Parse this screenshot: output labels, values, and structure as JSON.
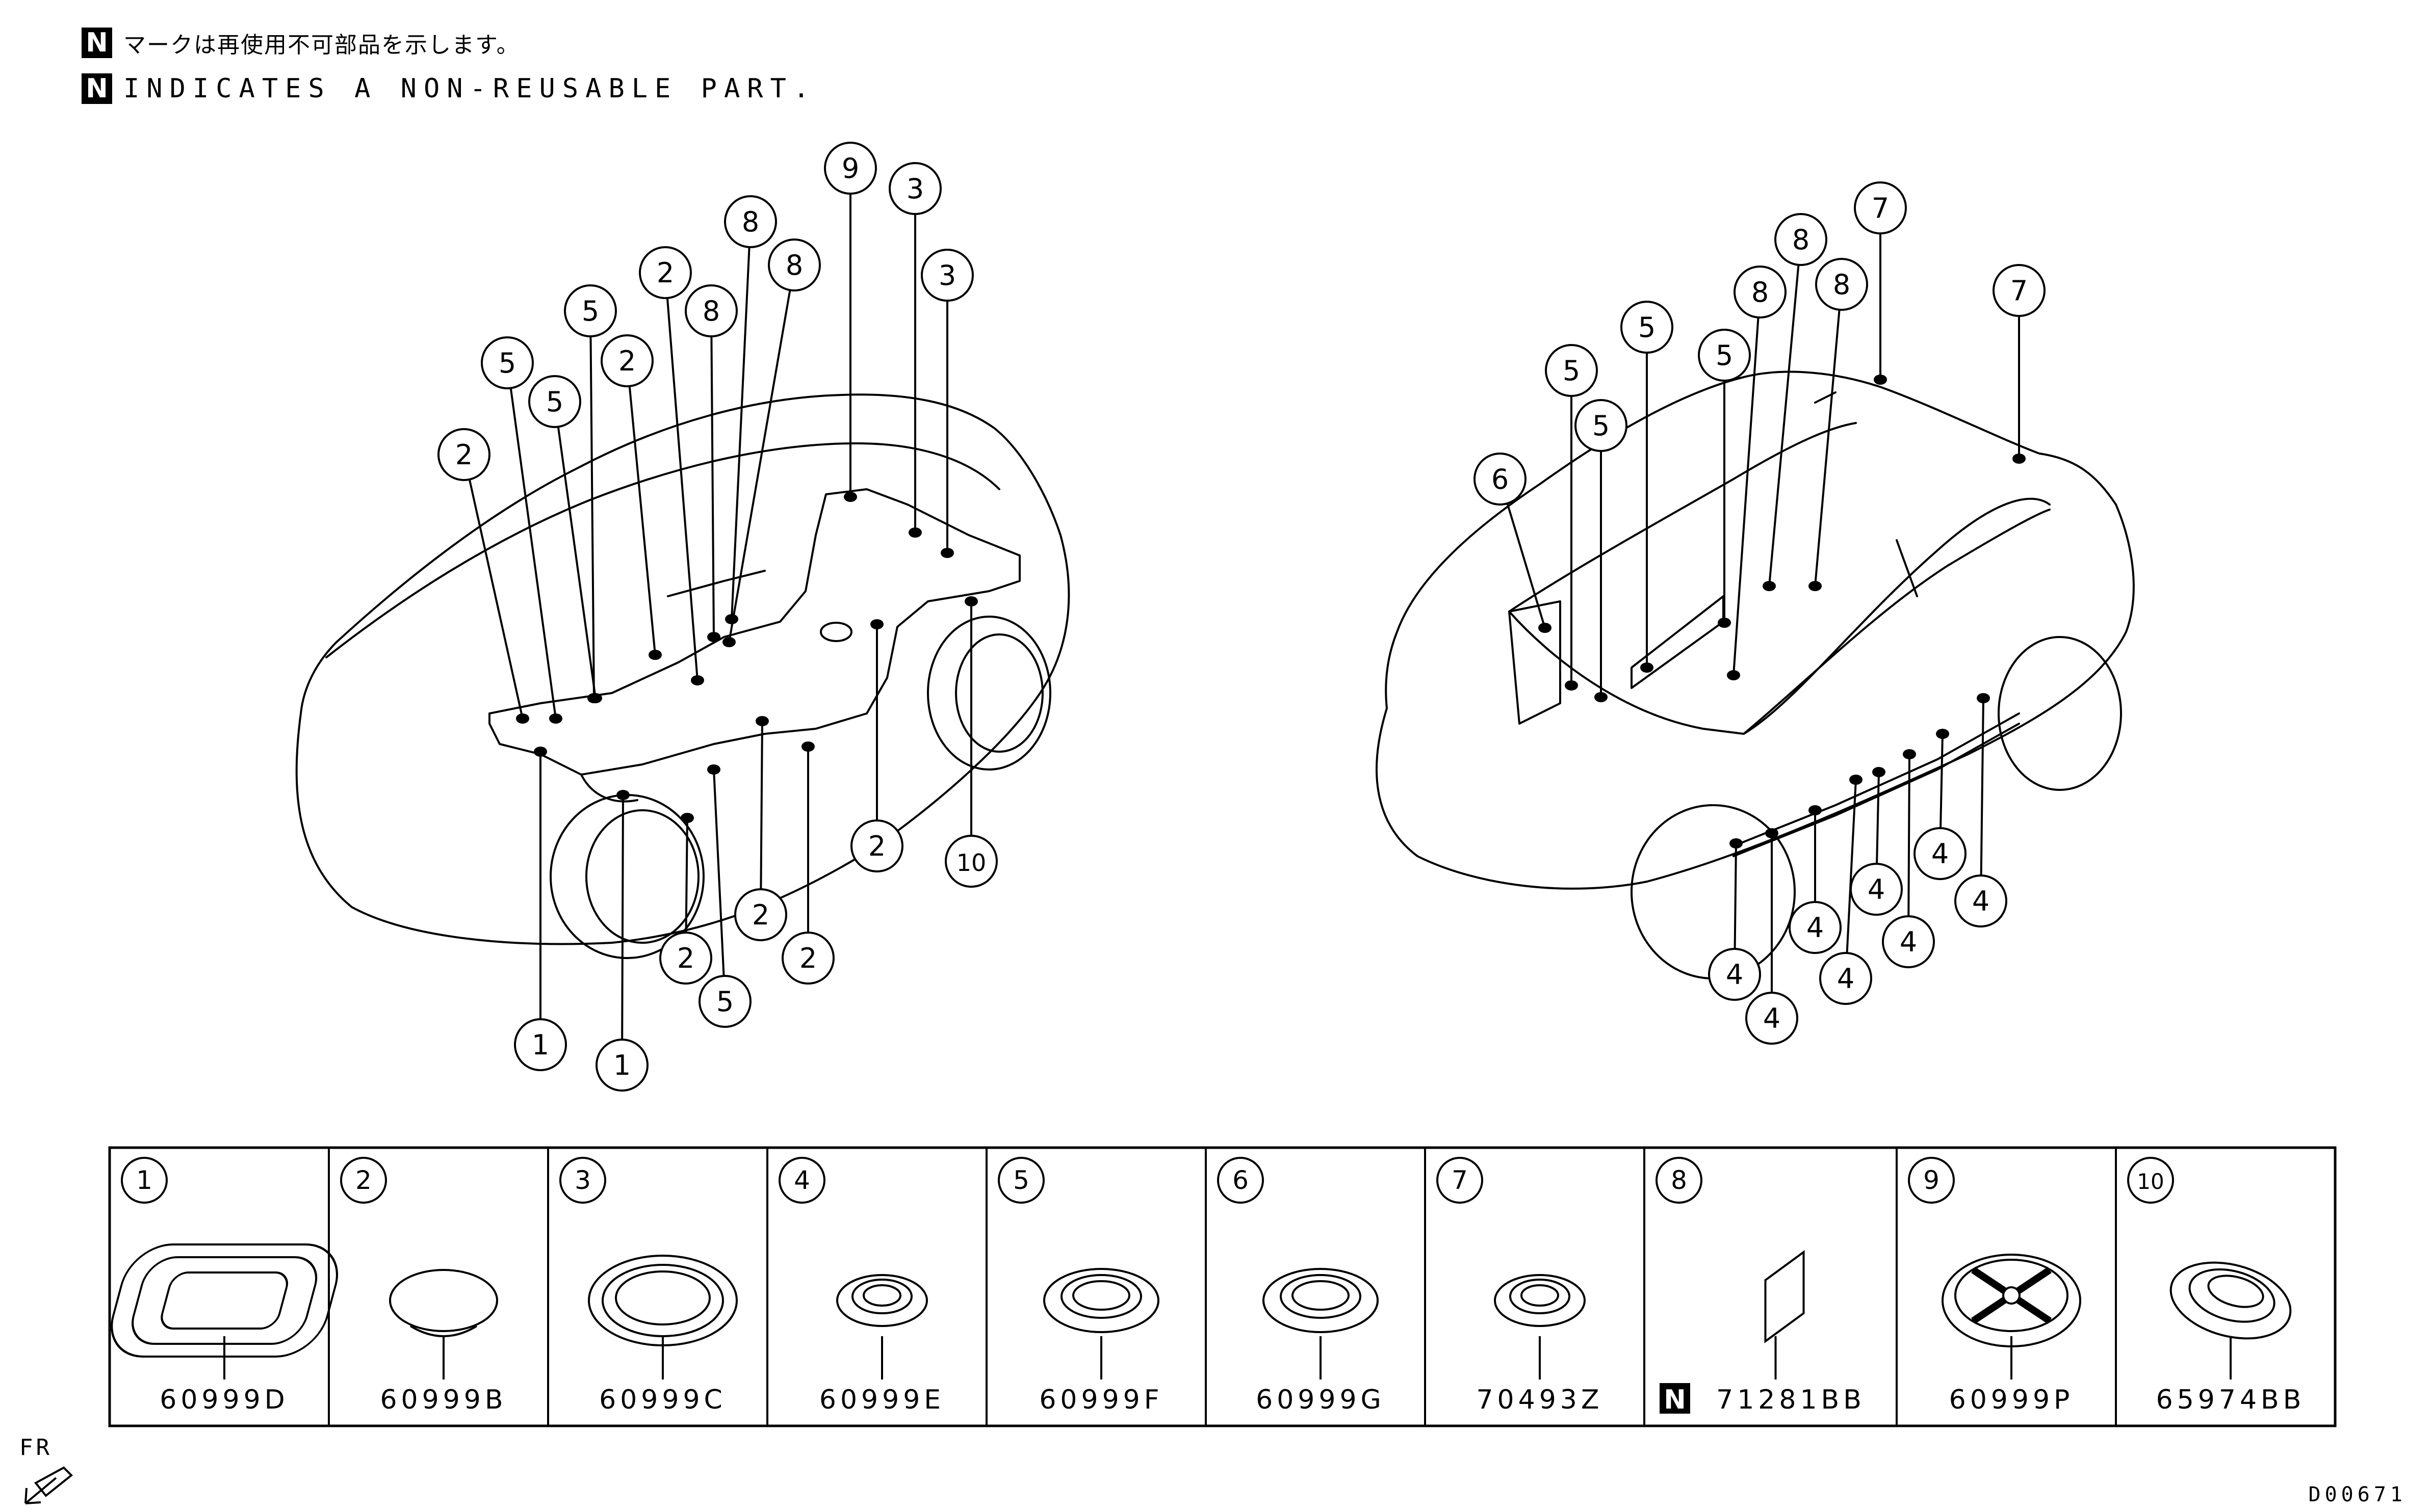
{
  "legend": {
    "badge": "N",
    "jp_text": "マークは再使用不可部品を示します。",
    "en_text": "INDICATES A NON-REUSABLE PART."
  },
  "orientation_label": "FR",
  "document_id": "D00671",
  "parts": [
    {
      "number": "1",
      "part_no": "60999D",
      "non_reusable": false,
      "shape": "square-grommet"
    },
    {
      "number": "2",
      "part_no": "60999B",
      "non_reusable": false,
      "shape": "plug-cap"
    },
    {
      "number": "3",
      "part_no": "60999C",
      "non_reusable": false,
      "shape": "large-round-grommet"
    },
    {
      "number": "4",
      "part_no": "60999E",
      "non_reusable": false,
      "shape": "small-round-grommet"
    },
    {
      "number": "5",
      "part_no": "60999F",
      "non_reusable": false,
      "shape": "round-grommet"
    },
    {
      "number": "6",
      "part_no": "60999G",
      "non_reusable": false,
      "shape": "round-grommet"
    },
    {
      "number": "7",
      "part_no": "70493Z",
      "non_reusable": false,
      "shape": "small-round-grommet"
    },
    {
      "number": "8",
      "part_no": "71281BB",
      "non_reusable": true,
      "shape": "sealing-patch"
    },
    {
      "number": "9",
      "part_no": "60999P",
      "non_reusable": false,
      "shape": "cross-grommet"
    },
    {
      "number": "10",
      "part_no": "65974BB",
      "non_reusable": false,
      "shape": "oval-grommet"
    }
  ],
  "callouts": {
    "underbody_view": [
      "9",
      "3",
      "3",
      "8",
      "8",
      "8",
      "2",
      "2",
      "5",
      "5",
      "5",
      "2",
      "2",
      "10",
      "2",
      "2",
      "2",
      "5",
      "1",
      "1"
    ],
    "side_view": [
      "7",
      "7",
      "8",
      "8",
      "8",
      "6",
      "5",
      "5",
      "5",
      "5",
      "4",
      "4",
      "4",
      "4",
      "4",
      "4",
      "4",
      "4"
    ]
  }
}
